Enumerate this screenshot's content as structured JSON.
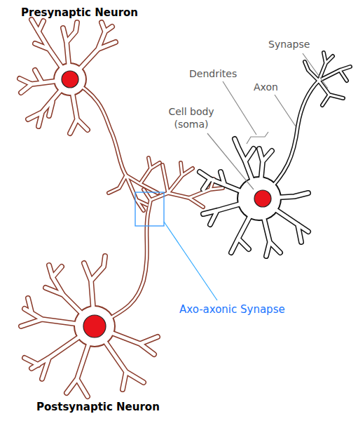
{
  "diagram": {
    "labels": [
      "Presynaptic Neuron",
      "Synapse",
      "Dendrites",
      "Axon",
      "Cell body (soma)",
      "Axo-axonic Synapse",
      "Postsynaptic Neuron"
    ]
  }
}
